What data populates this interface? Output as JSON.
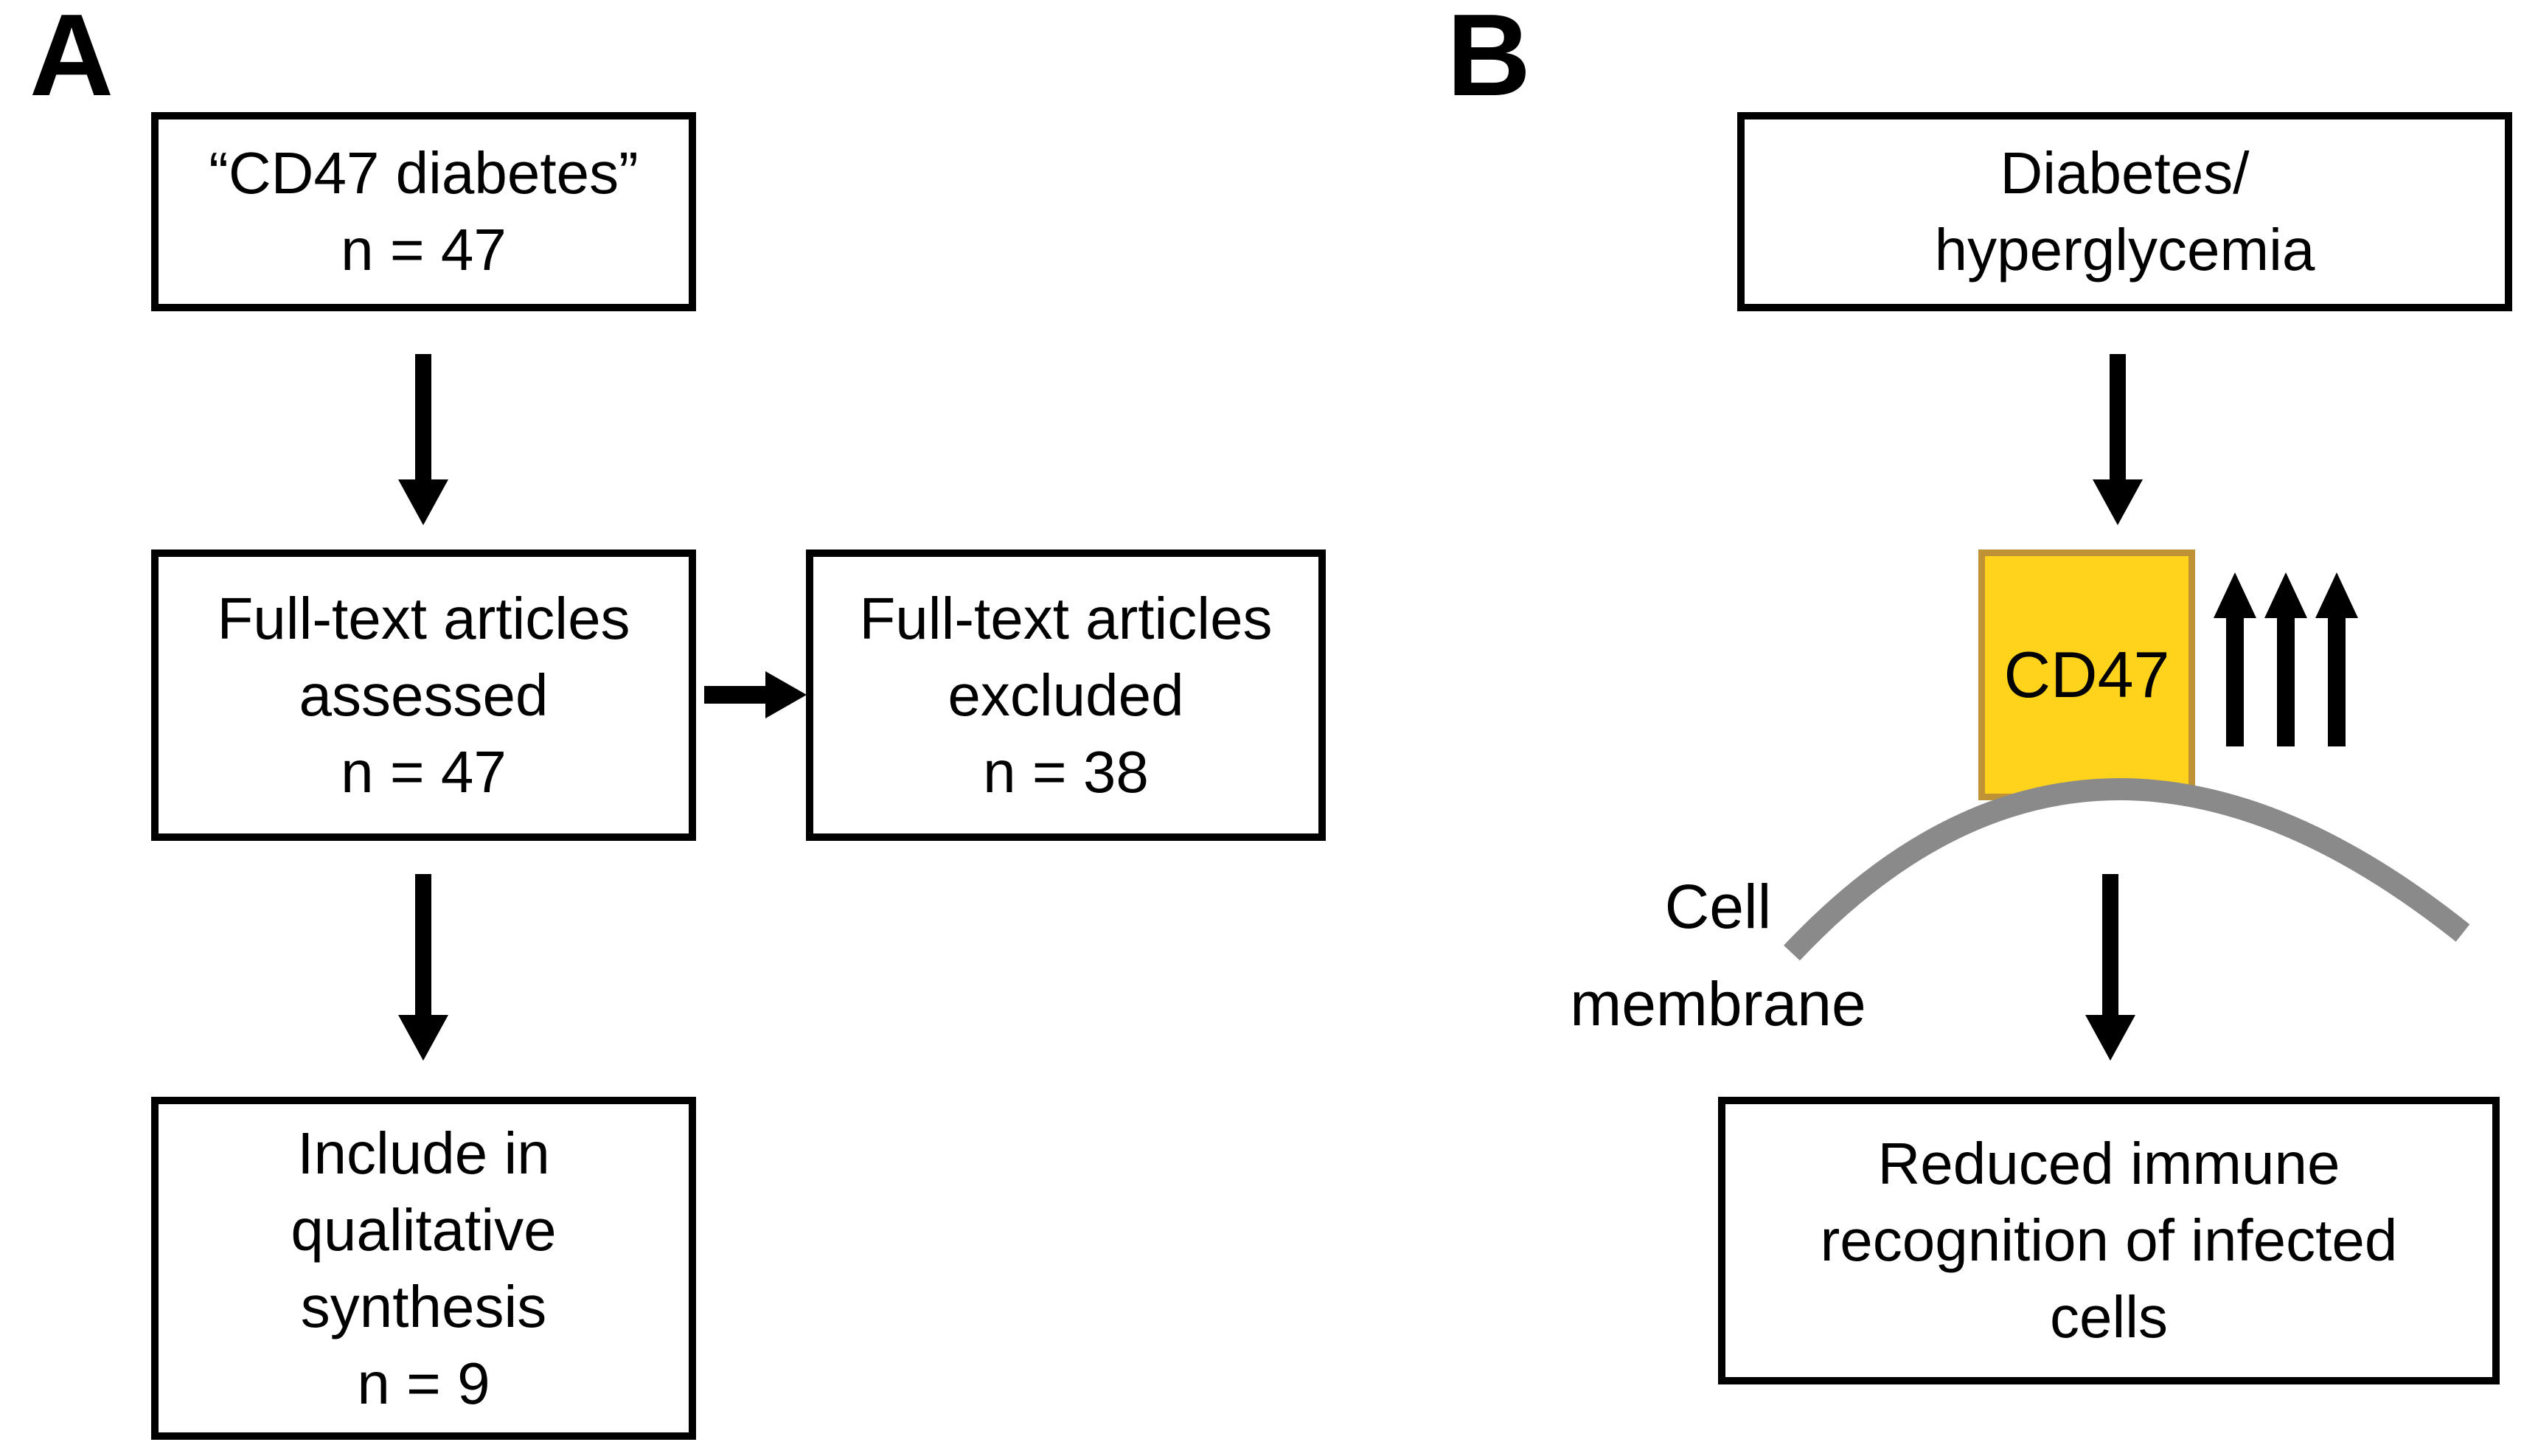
{
  "page": {
    "background": "#FFFFFF"
  },
  "colors": {
    "ink": "#000000",
    "box_border": "#000000",
    "cd47_fill": "#FFD21C",
    "cd47_border": "#BE9235",
    "membrane_gray": "#8A8A8A"
  },
  "panel_a": {
    "label": "A",
    "boxes": [
      {
        "name": "search-query",
        "lines": [
          "“CD47 diabetes”",
          "n = 47"
        ]
      },
      {
        "name": "fulltext-assessed",
        "lines": [
          "Full-text articles",
          "assessed",
          "n = 47"
        ]
      },
      {
        "name": "fulltext-excluded",
        "lines": [
          "Full-text articles",
          "excluded",
          "n = 38"
        ]
      },
      {
        "name": "qualitative-synthesis",
        "lines": [
          "Include in",
          "qualitative",
          "synthesis",
          "n = 9"
        ]
      }
    ]
  },
  "panel_b": {
    "label": "B",
    "top_box": {
      "lines": [
        "Diabetes/",
        "hyperglycemia"
      ]
    },
    "cd47": {
      "label": "CD47"
    },
    "membrane": {
      "lines": [
        "Cell",
        "membrane"
      ]
    },
    "bottom_box": {
      "lines": [
        "Reduced immune",
        "recognition of infected",
        "cells"
      ]
    }
  }
}
